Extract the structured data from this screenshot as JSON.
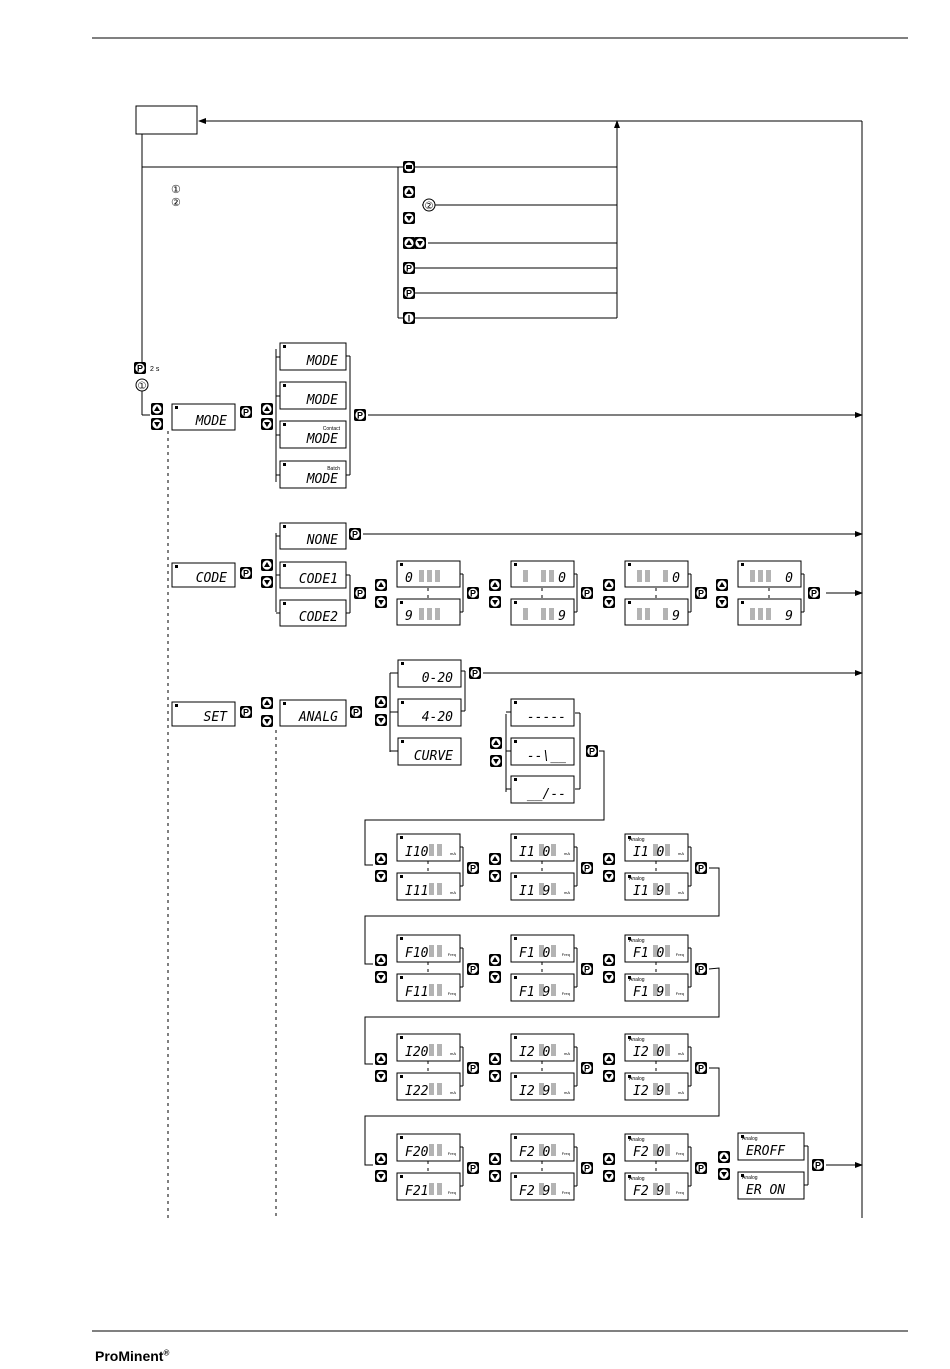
{
  "footer": {
    "brand": "ProMinent",
    "reg_mark": "®"
  },
  "legend": {
    "mark1": "①",
    "mark2": "②"
  },
  "keys": {
    "p_symbol": "P",
    "hold_time": "2 s",
    "power_symbol": "I"
  },
  "mode_group": {
    "main_display": "MODE",
    "options": [
      {
        "label": "",
        "text": "MODE"
      },
      {
        "label": "",
        "text": "MODE"
      },
      {
        "label": "Contact",
        "text": "MODE"
      },
      {
        "label": "Batch",
        "text": "MODE"
      }
    ]
  },
  "code_group": {
    "main_display": "CODE",
    "options": [
      "NONE",
      "CODE1",
      "CODE2"
    ],
    "digits_top": [
      "0",
      "0",
      "0",
      "0"
    ],
    "digits_bottom": [
      "9",
      "9",
      "9",
      "9"
    ]
  },
  "set_group": {
    "main_display": "SET",
    "analog_display": "ANALG",
    "ranges": [
      "0-20",
      "4-20",
      "CURVE"
    ],
    "curves": [
      "-----",
      "--\\__",
      "__/--"
    ],
    "row_i1": {
      "top": [
        "I10",
        "I1 0",
        "I1 0"
      ],
      "bottom": [
        "I11",
        "I1 9",
        "I1 9"
      ],
      "unit": "mA"
    },
    "row_f1": {
      "top": [
        "F10",
        "F1 0",
        "F1 0"
      ],
      "bottom": [
        "F11",
        "F1 9",
        "F1 9"
      ],
      "unit": "Freq"
    },
    "row_i2": {
      "top": [
        "I20",
        "I2 0",
        "I2 0"
      ],
      "bottom": [
        "I22",
        "I2 9",
        "I2 9"
      ],
      "unit": "mA"
    },
    "row_f2": {
      "top": [
        "F20",
        "F2 0",
        "F2 0"
      ],
      "bottom": [
        "F21",
        "F2 9",
        "F2 9"
      ],
      "unit": "Freq"
    },
    "error_options": [
      "EROFF",
      "ER ON"
    ],
    "analog_label": "Analog"
  }
}
